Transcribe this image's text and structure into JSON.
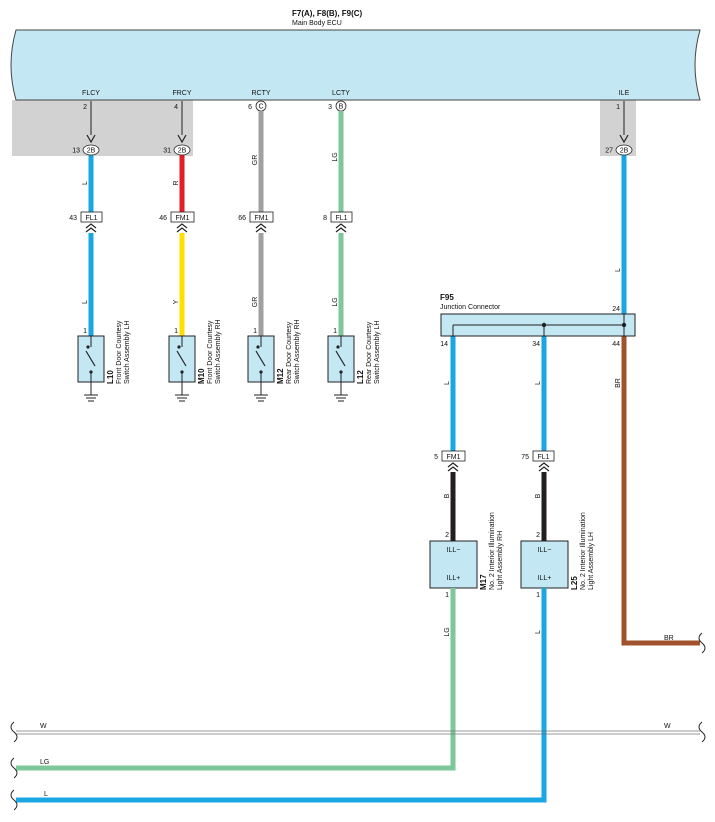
{
  "ecu": {
    "connectors": "F7(A), F8(B), F9(C)",
    "name": "Main Body ECU",
    "terminals": [
      {
        "label": "FLCY",
        "pin": "2",
        "conn": ""
      },
      {
        "label": "FRCY",
        "pin": "4",
        "conn": ""
      },
      {
        "label": "RCTY",
        "pin": "6",
        "conn": "C"
      },
      {
        "label": "LCTY",
        "pin": "3",
        "conn": "B"
      },
      {
        "label": "ILE",
        "pin": "1",
        "conn": ""
      }
    ]
  },
  "junctions_2b": [
    {
      "pin": "13",
      "conn": "2B"
    },
    {
      "pin": "31",
      "conn": "2B"
    },
    {
      "pin": "27",
      "conn": "2B"
    }
  ],
  "wire_colors_top": [
    "L",
    "R",
    "GR",
    "LG",
    "L"
  ],
  "harness_connectors": [
    {
      "pin": "43",
      "conn": "FL1"
    },
    {
      "pin": "46",
      "conn": "FM1"
    },
    {
      "pin": "66",
      "conn": "FM1"
    },
    {
      "pin": "8",
      "conn": "FL1"
    }
  ],
  "wire_colors_mid": [
    "L",
    "Y",
    "GR",
    "LG"
  ],
  "switches": [
    {
      "pin": "1",
      "code": "L10",
      "name1": "Front Door Courtesy",
      "name2": "Switch Assembly LH"
    },
    {
      "pin": "1",
      "code": "M10",
      "name1": "Front Door Courtesy",
      "name2": "Switch Assembly RH"
    },
    {
      "pin": "1",
      "code": "M12",
      "name1": "Rear Door Courtesy",
      "name2": "Switch Assembly RH"
    },
    {
      "pin": "1",
      "code": "L12",
      "name1": "Rear Door Courtesy",
      "name2": "Switch Assembly LH"
    }
  ],
  "junction_connector": {
    "code": "F95",
    "name": "Junction Connector",
    "pin_in": "24",
    "pins_out": [
      "14",
      "34",
      "44"
    ]
  },
  "wire_colors_jc": [
    "L",
    "L",
    "BR"
  ],
  "lower_connectors": [
    {
      "pin": "5",
      "conn": "FM1"
    },
    {
      "pin": "75",
      "conn": "FL1"
    }
  ],
  "wire_colors_b": [
    "B",
    "B"
  ],
  "lights": [
    {
      "pin_top": "2",
      "pin_bot": "1",
      "minus": "ILL−",
      "plus": "ILL+",
      "code": "M17",
      "name1": "No. 2 Interior Illumination",
      "name2": "Light Assembly RH"
    },
    {
      "pin_top": "2",
      "pin_bot": "1",
      "minus": "ILL−",
      "plus": "ILL+",
      "code": "L25",
      "name1": "No. 2 Interior Illumination",
      "name2": "Light Assembly LH"
    }
  ],
  "wire_colors_light_out": [
    "LG",
    "L"
  ],
  "bus_wires": {
    "br": "BR",
    "w_left": "W",
    "w_right": "W",
    "lg": "LG",
    "l": "L"
  },
  "colors": {
    "ecu_fill": "#c4e7f4",
    "gray_zone": "#d2d2d2",
    "wire_L": "#1aa6e0",
    "wire_R": "#e41e26",
    "wire_Y": "#ffde00",
    "wire_GR": "#a0a0a0",
    "wire_LG": "#7dc79a",
    "wire_B": "#231f20",
    "wire_BR": "#a0522d",
    "component_fill": "#c4e7f4"
  }
}
